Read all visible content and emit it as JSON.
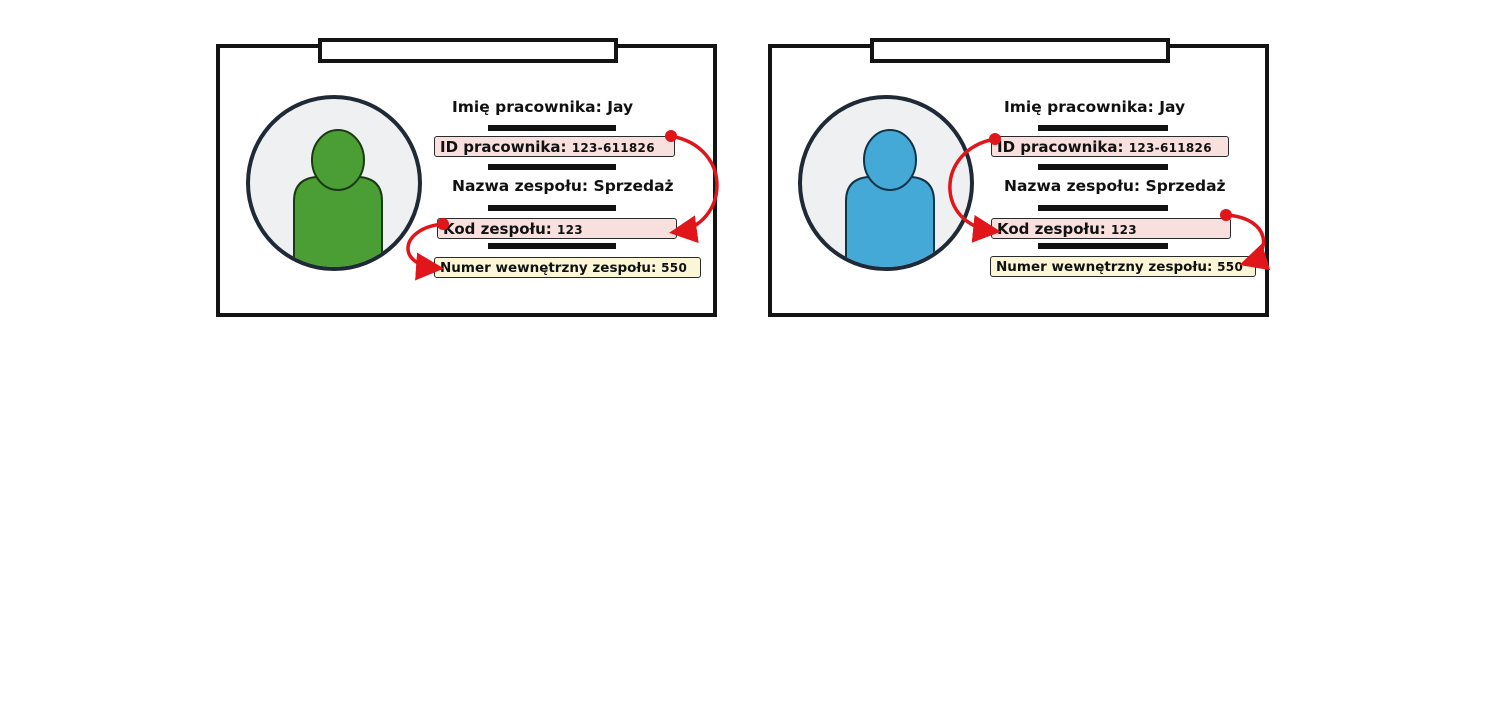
{
  "cards": [
    {
      "avatar_color": "#4a9e34",
      "employee_name_label": "Imię pracownika:",
      "employee_name_value": "Jay",
      "employee_id_label": "ID pracownika:",
      "employee_id_value": "123-611826",
      "team_name_label": "Nazwa zespołu:",
      "team_name_value": "Sprzedaż",
      "team_code_label": "Kod zespołu:",
      "team_code_value": "123",
      "extension_label": "Numer wewnętrzny zespołu:",
      "extension_value": "550"
    },
    {
      "avatar_color": "#45a9d8",
      "employee_name_label": "Imię pracownika:",
      "employee_name_value": "Jay",
      "employee_id_label": "ID pracownika:",
      "employee_id_value": "123-611826",
      "team_name_label": "Nazwa zespołu:",
      "team_name_value": "Sprzedaż",
      "team_code_label": "Kod zespołu:",
      "team_code_value": "123",
      "extension_label": "Numer wewnętrzny zespołu:",
      "extension_value": "550"
    }
  ],
  "colors": {
    "arrow": "#e0161b",
    "highlight_pink": "#f7e0dd",
    "highlight_yellow": "#fbf7d6",
    "frame": "#141414"
  }
}
